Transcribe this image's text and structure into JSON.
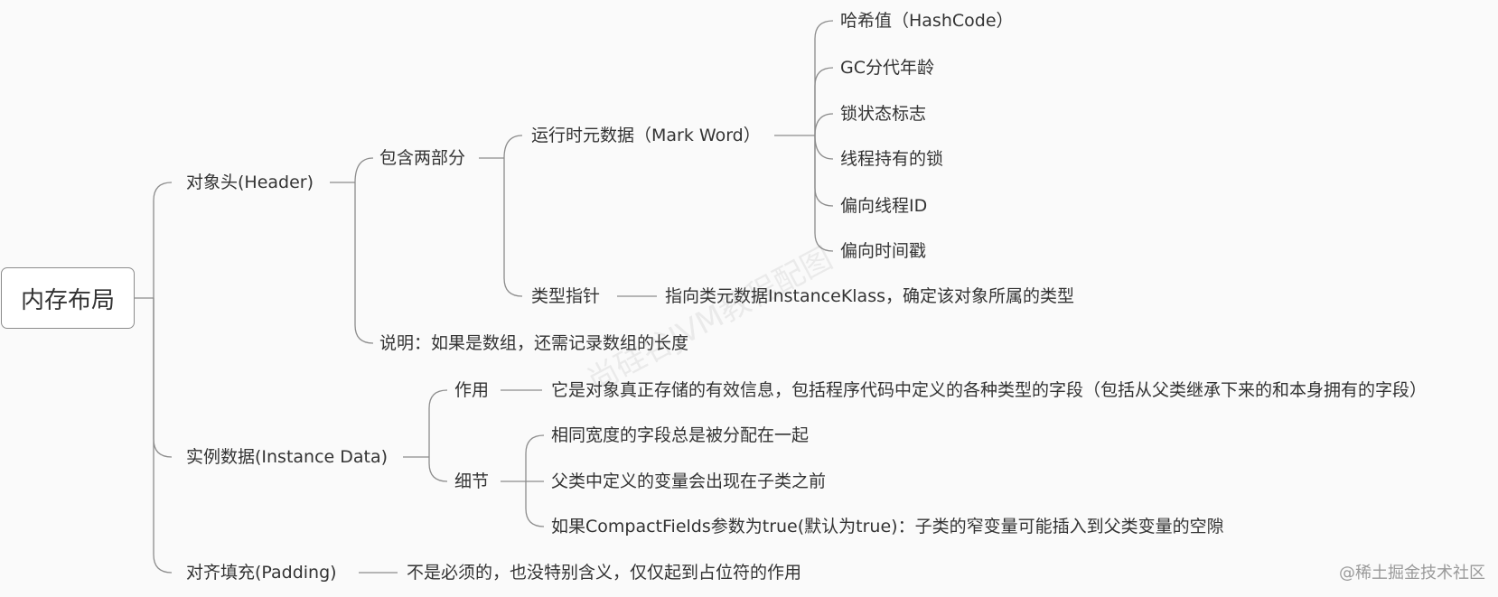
{
  "root": "内存布局",
  "header": {
    "label": "对象头(Header)",
    "parts": {
      "label": "包含两部分",
      "mark_word": {
        "label": "运行时元数据（Mark Word）",
        "items": [
          "哈希值（HashCode）",
          "GC分代年龄",
          "锁状态标志",
          "线程持有的锁",
          "偏向线程ID",
          "偏向时间戳"
        ]
      },
      "klass_pointer": {
        "label": "类型指针",
        "desc": "指向类元数据InstanceKlass，确定该对象所属的类型"
      }
    },
    "note": "说明：如果是数组，还需记录数组的长度"
  },
  "instance_data": {
    "label": "实例数据(Instance Data)",
    "purpose": {
      "label": "作用",
      "desc": "它是对象真正存储的有效信息，包括程序代码中定义的各种类型的字段（包括从父类继承下来的和本身拥有的字段）"
    },
    "details": {
      "label": "细节",
      "items": [
        "相同宽度的字段总是被分配在一起",
        "父类中定义的变量会出现在子类之前",
        "如果CompactFields参数为true(默认为true)：子类的窄变量可能插入到父类变量的空隙"
      ]
    }
  },
  "padding": {
    "label": "对齐填充(Padding)",
    "desc": "不是必须的，也没特别含义，仅仅起到占位符的作用"
  },
  "watermark": "尚硅谷JVM教程配图",
  "credit": "@稀土掘金技术社区"
}
